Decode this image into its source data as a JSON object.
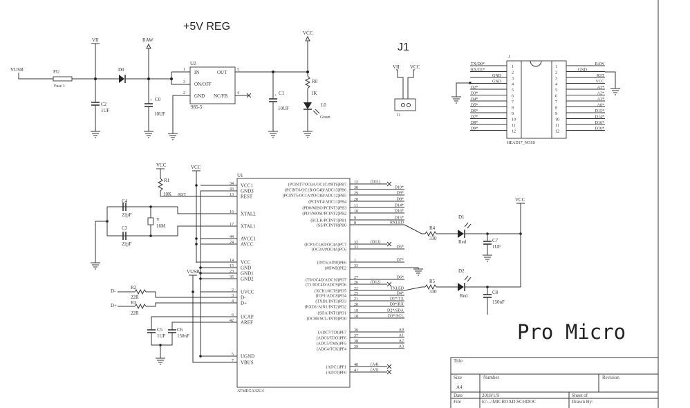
{
  "regulator": {
    "title": "+5V REG",
    "vusb": "VUSB",
    "fu": "FU",
    "fuse": "Fuse 1",
    "vii": "VII",
    "c2": "C2",
    "c2_value": "1UF",
    "d0": "D0",
    "raw": "RAW",
    "c0": "C0",
    "c0_value": "10UF",
    "u2": "U2",
    "u2_part": "985-5",
    "pin_in": "IN",
    "pin_onoff": "ON/OFF",
    "pin_gnd": "GND",
    "pin_out": "OUT",
    "pin_ncfb": "NC/FB",
    "num_in": "1",
    "num_onoff": "3",
    "num_gnd": "2",
    "num_out": "5",
    "num_ncfb": "4",
    "c1": "C1",
    "c1_value": "10UF",
    "vcc": "VCC",
    "r0": "R0",
    "r0_value": "1K",
    "l0": "L0",
    "l0_color": "Green"
  },
  "j1": {
    "title": "J1",
    "vii": "VII",
    "vcc": "VCC",
    "ref": "J1"
  },
  "header": {
    "ref": "J",
    "part": "HEAD17_NOSS",
    "left_nets": [
      "TX/D0*",
      "RX/D1*",
      "GND",
      "GND",
      "D2*",
      "D3*",
      "D4*",
      "D5*",
      "D6*",
      "D7*",
      "D8*",
      "D9*"
    ],
    "right_nets": [
      "RAW",
      "GND",
      "RST",
      "VCC",
      "A3*",
      "A2*",
      "A1*",
      "A0*",
      "D15*",
      "D14*",
      "D16*",
      "D10*"
    ],
    "pins": [
      "1",
      "2",
      "3",
      "4",
      "5",
      "6",
      "7",
      "8",
      "9",
      "10",
      "11",
      "12"
    ]
  },
  "mcu": {
    "ref": "U1",
    "part": "ATMEGA32U4",
    "left_pins": [
      {
        "num": "34",
        "name": "VCC1"
      },
      {
        "num": "43",
        "name": "GND3"
      },
      {
        "num": "13",
        "name": "REST"
      },
      {
        "num": "16",
        "name": "XTAL2"
      },
      {
        "num": "17",
        "name": "XTAL1"
      },
      {
        "num": "44",
        "name": "AVCC1"
      },
      {
        "num": "24",
        "name": "AVCC"
      },
      {
        "num": "14",
        "name": "VCC"
      },
      {
        "num": "15",
        "name": "GND"
      },
      {
        "num": "23",
        "name": "GND1"
      },
      {
        "num": "35",
        "name": "GND2"
      },
      {
        "num": "2",
        "name": "UVCC"
      },
      {
        "num": "3",
        "name": "D-"
      },
      {
        "num": "4",
        "name": "D+"
      },
      {
        "num": "6",
        "name": "UCAP"
      },
      {
        "num": "42",
        "name": "AREF"
      },
      {
        "num": "5",
        "name": "UGND"
      },
      {
        "num": "7",
        "name": "VBUS"
      }
    ],
    "right_pins": [
      {
        "num": "12",
        "name": "(PCINT7/OC0A/OC1C/#RTS)PB7",
        "net": "(D11)",
        "nc": true
      },
      {
        "num": "30",
        "name": "(PCINT6/OC1B/OC4B/ADC13)PB6",
        "net": "D10*"
      },
      {
        "num": "29",
        "name": "(PCINT5/OC1A/#OC4B/ADC12)PB5",
        "net": "D9*"
      },
      {
        "num": "28",
        "name": "(PCINT4/ADC11)PB4",
        "net": "D8*"
      },
      {
        "num": "11",
        "name": "(PD0/MISO/PCINT3)PB3",
        "net": "D14*"
      },
      {
        "num": "10",
        "name": "(PD1/MOSI/PCINT2)PB2",
        "net": "D16*"
      },
      {
        "num": "9",
        "name": "(SCLK/PCINT1)PB1",
        "net": "D15*"
      },
      {
        "num": "8",
        "name": "(SS/PCINT0)PB0",
        "net": "RXLED"
      },
      {
        "num": "32",
        "name": "(ICP3/CLK0/OC4A)PC7",
        "net": "(D13)",
        "nc": true
      },
      {
        "num": "31",
        "name": "(OC3A/#OC4A)PC6",
        "net": "D5*"
      },
      {
        "num": "1",
        "name": "(INT6/AIN0)PE6",
        "net": "D7*"
      },
      {
        "num": "33",
        "name": "(#HWB)PE2",
        "net": ""
      },
      {
        "num": "27",
        "name": "(T0/OC4D/ADC10)PD7",
        "net": "D6*"
      },
      {
        "num": "26",
        "name": "(T1/#OC4D/ADC9)PD6",
        "net": "(D12)",
        "nc": true
      },
      {
        "num": "22",
        "name": "(XCK1/#CTS)PD5",
        "net": "TXLED"
      },
      {
        "num": "25",
        "name": "(ICP1/ADC8)PD4",
        "net": "D4*"
      },
      {
        "num": "21",
        "name": "(TXD1/INT3)PD3",
        "net": "D1*/TX"
      },
      {
        "num": "20",
        "name": "(RXD1/AIN1/INT2)PD2",
        "net": "D0*/RX"
      },
      {
        "num": "19",
        "name": "(SDA/INT1)PD1",
        "net": "D2*/SDA"
      },
      {
        "num": "18",
        "name": "(OC0B/SCL/INT0)PD0",
        "net": "D3*/SCL"
      },
      {
        "num": "36",
        "name": "(ADC7/TDI)PF7",
        "net": "A0"
      },
      {
        "num": "37",
        "name": "(ADC6/TDO)PF6",
        "net": "A1"
      },
      {
        "num": "38",
        "name": "(ADC5/TMS)PF5",
        "net": "A2"
      },
      {
        "num": "39",
        "name": "(ADC4/TCK)PF4",
        "net": "A3"
      },
      {
        "num": "40",
        "name": "(ADC1)PF1",
        "net": "(A4)",
        "nc": true
      },
      {
        "num": "41",
        "name": "(ADC0)PF0",
        "net": "(A5)",
        "nc": true
      }
    ]
  },
  "support": {
    "vcc1": "VCC",
    "vcc2": "VCC",
    "r1": "R1",
    "r1_value": "10K",
    "rst": "RST",
    "c4": "C4",
    "c4_value": "22pF",
    "c3": "C3",
    "c3_value": "22pF",
    "y": "Y",
    "y_value": "16M",
    "vusb": "VUSB",
    "dminus": "D-",
    "dplus": "D+",
    "r2": "R2",
    "r2_value": "22R",
    "r3": "R3",
    "r3_value": "22R",
    "c5": "C5",
    "c5_value": "1UF",
    "c6": "C6",
    "c6_value": "150nF"
  },
  "leds": {
    "vcc": "VCC",
    "r4": "R4",
    "r4_value": "330",
    "d1": "D1",
    "d1_color": "Red",
    "c7": "C7",
    "c7_value": "1UF",
    "r5": "R5",
    "r5_value": "330",
    "d2": "D2",
    "d2_color": "Red",
    "c8": "C8",
    "c8_value": "150nF"
  },
  "board_name": "Pro Micro",
  "title_block": {
    "title_label": "Title",
    "size_label": "Size",
    "size_value": "A4",
    "number_label": "Number",
    "revision_label": "Revision",
    "date_label": "Date",
    "date_value": "2018/1/9",
    "sheet_label": "Sheet   of",
    "file_label": "File",
    "file_value": "E:\\...\\MICROAD.SCHDOC",
    "drawn_label": "Drawn By:"
  }
}
